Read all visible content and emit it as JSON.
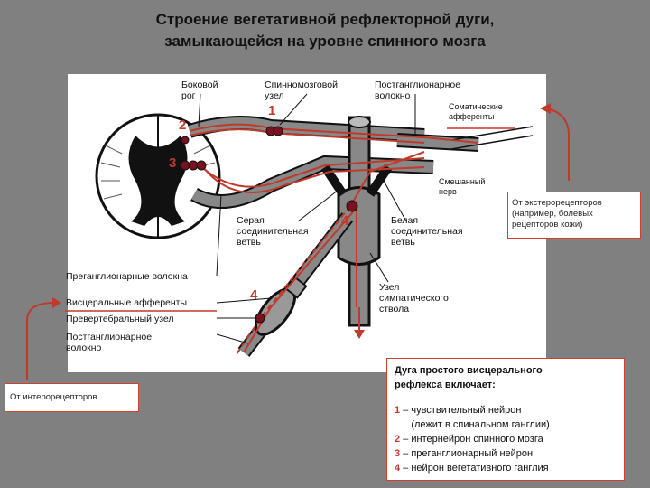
{
  "title": {
    "line1": "Строение вегетативной рефлекторной дуги,",
    "line2": "замыкающейся на уровне спинного мозга"
  },
  "labels": {
    "lateral_horn": "Боковой\nрог",
    "spinal_ganglion": "Спинномозговой\nузел",
    "postganglionic_fiber_top": "Постганглионарное\nволокно",
    "somatic_afferents": "Соматические\nафференты",
    "mixed_nerve": "Смешанный\nнерв",
    "gray_ramus": "Серая\nсоединительная\nветвь",
    "white_ramus": "Белая\nсоединительная\nветвь",
    "preganglionic_fibers": "Преганглионарные волокна",
    "visceral_afferents": "Висцеральные афференты",
    "prevertebral_ganglion": "Превертебральный узел",
    "postganglionic_fiber_bottom": "Постганглионарное\nволокно",
    "sympathetic_trunk_ganglion": "Узел\nсимпатического\nствола"
  },
  "numbers": {
    "n1": "1",
    "n2": "2",
    "n3": "3",
    "n4a": "4",
    "n4b": "4"
  },
  "notes": {
    "from_extero": "От экстерорецепторов\n(например, болевых\nрецепторов кожи)",
    "from_intero": "От интерорецепторов"
  },
  "legend": {
    "heading": "Дуга простого висцерального\nрефлекса включает:",
    "items": [
      {
        "num": "1",
        "text": " –  чувствительный нейрон"
      },
      {
        "num": "",
        "text": "      (лежит в спинальном ганглии)"
      },
      {
        "num": "2",
        "text": " – интернейрон спинного мозга"
      },
      {
        "num": "3",
        "text": " – преганглионарный нейрон"
      },
      {
        "num": "4",
        "text": " – нейрон вегетативного ганглия"
      }
    ]
  },
  "colors": {
    "accent": "#c0392b",
    "background": "#808080",
    "panel": "#ffffff"
  }
}
